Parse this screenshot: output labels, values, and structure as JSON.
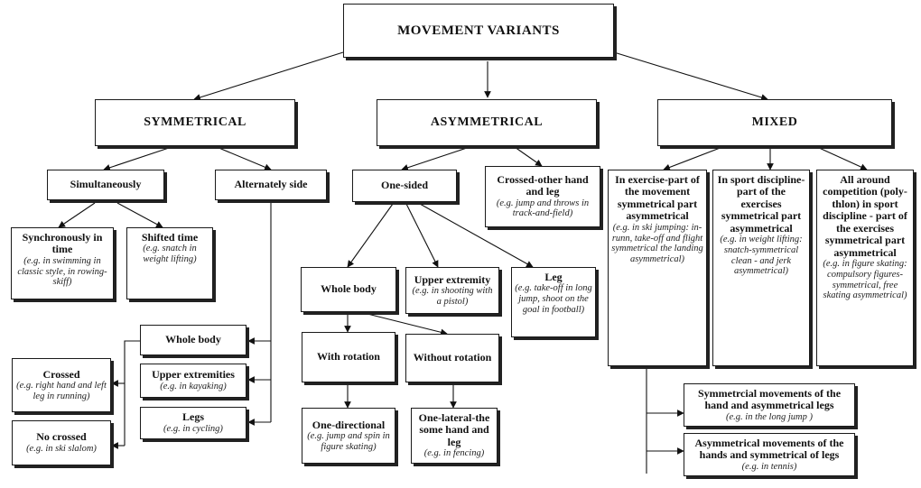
{
  "title": "MOVEMENT VARIANTS",
  "categories": {
    "symmetrical": "SYMMETRICAL",
    "asymmetrical": "ASYMMETRICAL",
    "mixed": "MIXED"
  },
  "symmetrical": {
    "simultaneously": "Simultaneously",
    "alternately_side": "Alternately side",
    "synchronously": {
      "label": "Synchronously in time",
      "example": "(e.g. in swimming in classic style, in rowing-skiff)"
    },
    "shifted_time": {
      "label": "Shifted time",
      "example": "(e.g. snatch in weight lifting)"
    },
    "whole_body": {
      "label": "Whole body",
      "example": ""
    },
    "upper_extremities": {
      "label": "Upper extremities",
      "example": "(e.g. in kayaking)"
    },
    "legs": {
      "label": "Legs",
      "example": "(e.g. in cycling)"
    },
    "crossed": {
      "label": "Crossed",
      "example": "(e.g. right hand and left leg in running)"
    },
    "no_crossed": {
      "label": "No crossed",
      "example": "(e.g. in ski slalom)"
    }
  },
  "asymmetrical": {
    "one_sided": "One-sided",
    "crossed_other": {
      "label": "Crossed-other hand and leg",
      "example": "(e.g. jump and throws in track-and-field)"
    },
    "whole_body": {
      "label": "Whole body",
      "example": ""
    },
    "upper_extremity": {
      "label": "Upper extremity",
      "example": "(e.g. in shooting with a pistol)"
    },
    "leg": {
      "label": "Leg",
      "example": "(e.g. take-off in long jump, shoot on the goal in football)"
    },
    "with_rotation": {
      "label": "With rotation",
      "example": ""
    },
    "without_rotation": {
      "label": "Without rotation",
      "example": ""
    },
    "one_directional": {
      "label": "One-directional",
      "example": "(e.g. jump and spin in figure skating)"
    },
    "one_lateral": {
      "label": "One-lateral-the some hand and leg",
      "example": "(e.g. in fencing)"
    }
  },
  "mixed": {
    "exercise_part": {
      "label": "In exercise-part of the movement symmetrical part asymmetrical",
      "example": "(e.g. in ski jumping: in-runn, take-off and flight symmetrical the landing asymmetrical)"
    },
    "sport_discipline": {
      "label": "In sport discipline-part of the exercises symmetrical part asymmetrical",
      "example": "(e.g. in weight lifting: snatch-symmetrical clean - and jerk asymmetrical)"
    },
    "all_around": {
      "label": "All around competition (poly-thlon) in sport discipline - part of the exercises symmetrical part asymmetrical",
      "example": "(e.g. in figure skating: compulsory figures-symmetrical, free skating asymmetrical)"
    },
    "sym_hands": {
      "label": "Symmetrcial movements of the hand and asymmetrical legs",
      "example": "(e.g. in the long jump )"
    },
    "asym_hands": {
      "label": "Asymmetrical movements of the hands and symmetrical of legs",
      "example": "(e.g. in tennis)"
    }
  }
}
